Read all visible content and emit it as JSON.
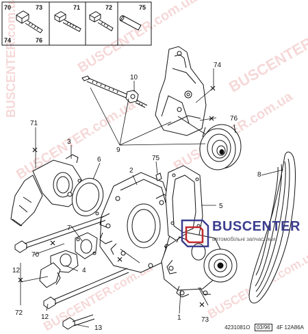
{
  "parts_box": {
    "headers": [
      "70",
      "73",
      "71",
      "72",
      "75"
    ],
    "footers": [
      "74",
      "76"
    ]
  },
  "callouts": [
    "1",
    "2",
    "3",
    "4",
    "5",
    "6",
    "7",
    "8",
    "9",
    "10",
    "12",
    "12",
    "13",
    "70",
    "71",
    "72",
    "73",
    "74",
    "75",
    "76"
  ],
  "watermarks": [
    "BUSCENTER.com.ua",
    "BUSCENTER.com.ua",
    "BUSCENTER",
    "BUSCENTER.com.ua",
    "BUSCENTER.com.ua",
    "BUSCENTER.com.ua",
    "BUSCENTER.com.ua"
  ],
  "logo": {
    "name": "BUSCENTER",
    "subtitle": "автомобільні запчастини",
    "accent": "#3b3e8e",
    "mark": "#c0282d"
  },
  "reference": {
    "left": "4231081O",
    "date": "03/96",
    "right": "4F 12A86A"
  }
}
